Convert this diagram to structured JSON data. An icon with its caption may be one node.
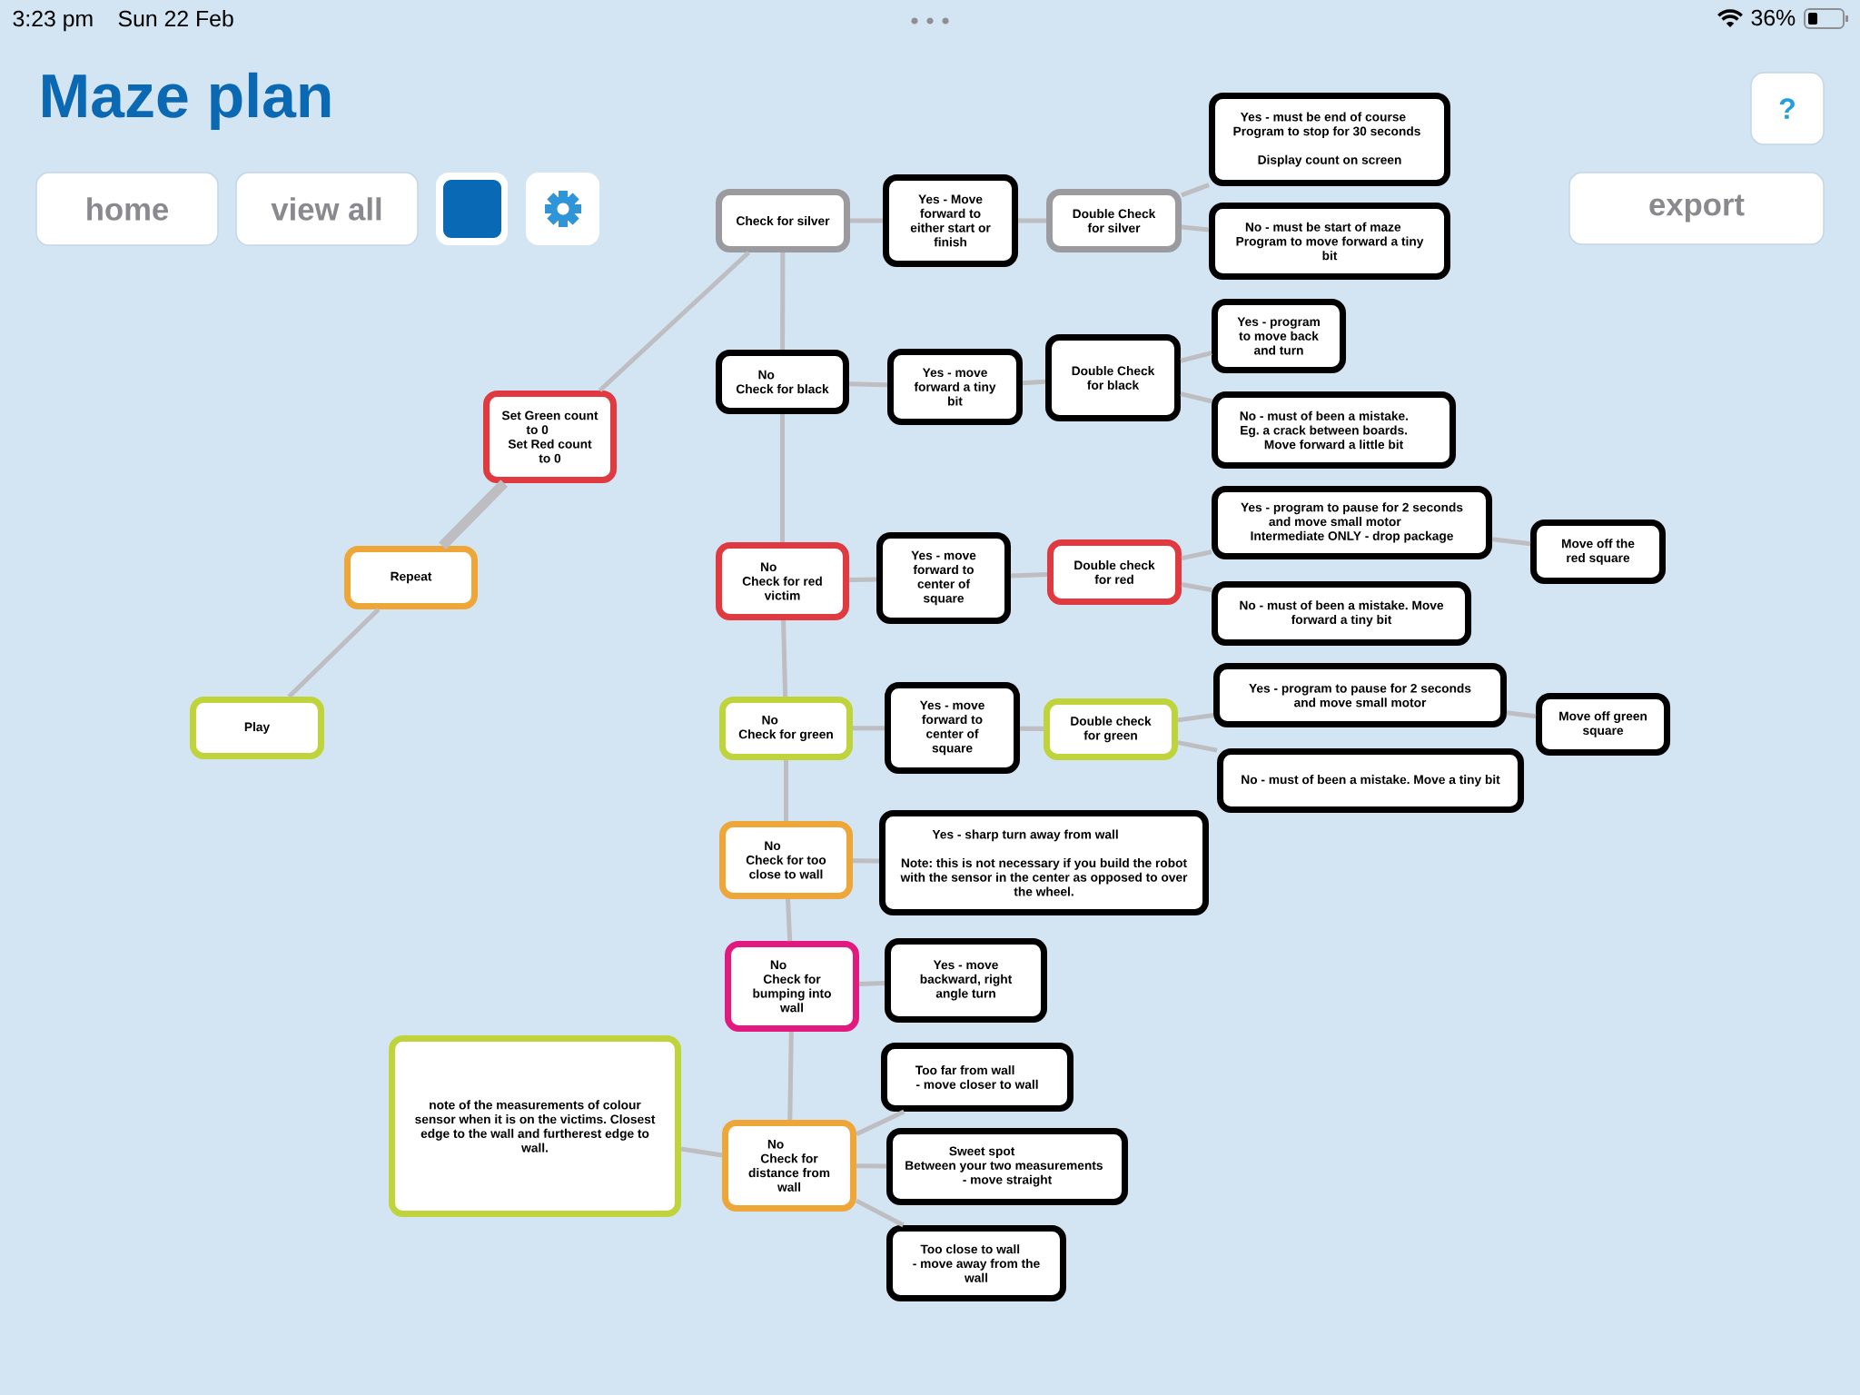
{
  "diagram": {
    "title": "Maze plan",
    "nodes": [
      {
        "text": [
          "Play"
        ]
      },
      {
        "text": [
          "Repeat"
        ]
      },
      {
        "text": [
          "Set Green count to 0",
          "Set Red count to 0"
        ]
      },
      {
        "text": [
          "Check for silver"
        ]
      },
      {
        "text": [
          "Yes - Move forward to either start or finish"
        ]
      },
      {
        "text": [
          "Double Check for silver"
        ]
      },
      {
        "text": [
          "Yes - must be end of course",
          "Program to stop for 30 seconds",
          "Display count on screen"
        ]
      },
      {
        "text": [
          "No - must be start of maze",
          "Program to move forward a tiny bit"
        ]
      },
      {
        "text": [
          "No",
          "Check for black"
        ]
      },
      {
        "text": [
          "Yes - move forward a tiny bit"
        ]
      },
      {
        "text": [
          "Double Check for black"
        ]
      },
      {
        "text": [
          "Yes - program to move back and turn"
        ]
      },
      {
        "text": [
          "No - must of been a mistake.",
          "Eg. a crack between boards.",
          "Move forward a little bit"
        ]
      },
      {
        "text": [
          "No",
          "Check for red victim"
        ]
      },
      {
        "text": [
          "Yes - move forward to center of square"
        ]
      },
      {
        "text": [
          "Double check for red"
        ]
      },
      {
        "text": [
          "Yes - program to pause for 2 seconds and move small motor",
          "Intermediate ONLY - drop package"
        ]
      },
      {
        "text": [
          "Move off the red square"
        ]
      },
      {
        "text": [
          "No - must of been a mistake. Move forward a tiny bit"
        ]
      },
      {
        "text": [
          "No",
          "Check for green"
        ]
      },
      {
        "text": [
          "Yes - move forward to center of square"
        ]
      },
      {
        "text": [
          "Double check for green"
        ]
      },
      {
        "text": [
          "Yes - program to pause for 2 seconds and move small motor"
        ]
      },
      {
        "text": [
          "Move off green square"
        ]
      },
      {
        "text": [
          "No - must of been a mistake. Move a tiny bit"
        ]
      },
      {
        "text": [
          "No",
          "Check for too close to wall"
        ]
      },
      {
        "text": [
          "Yes - sharp turn away from wall",
          "Note: this is not necessary if you build the robot with the sensor in the center as opposed to over the wheel."
        ]
      },
      {
        "text": [
          "No",
          "Check for bumping into wall"
        ]
      },
      {
        "text": [
          "Yes - move backward, right angle turn"
        ]
      },
      {
        "text": [
          "note of the measurements of colour sensor when it is on the victims. Closest edge to the wall and furtherest edge to wall."
        ]
      },
      {
        "text": [
          "No",
          "Check for distance from wall"
        ]
      },
      {
        "text": [
          "Too far from wall",
          "- move closer to wall"
        ]
      },
      {
        "text": [
          "Sweet spot",
          "Between your two measurements",
          "- move straight"
        ]
      },
      {
        "text": [
          "Too close to wall",
          "- move away from the wall"
        ]
      }
    ],
    "edges": [
      {
        "from": 0,
        "to": 1,
        "arrow": "none"
      },
      {
        "from": 1,
        "to": 2,
        "arrow": "none",
        "style": "thick"
      },
      {
        "from": 2,
        "to": 3,
        "arrow": "none"
      },
      {
        "from": 3,
        "to": 4,
        "arrow": "none"
      },
      {
        "from": 4,
        "to": 5,
        "arrow": "none"
      },
      {
        "from": 5,
        "to": 6,
        "arrow": "none"
      },
      {
        "from": 5,
        "to": 7,
        "arrow": "none"
      },
      {
        "from": 3,
        "to": 8,
        "arrow": "none"
      },
      {
        "from": 8,
        "to": 9,
        "arrow": "none"
      },
      {
        "from": 9,
        "to": 10,
        "arrow": "none"
      },
      {
        "from": 10,
        "to": 11,
        "arrow": "none"
      },
      {
        "from": 10,
        "to": 12,
        "arrow": "none"
      },
      {
        "from": 8,
        "to": 13,
        "arrow": "none"
      },
      {
        "from": 13,
        "to": 14,
        "arrow": "none"
      },
      {
        "from": 14,
        "to": 15,
        "arrow": "none"
      },
      {
        "from": 15,
        "to": 16,
        "arrow": "none"
      },
      {
        "from": 16,
        "to": 17,
        "arrow": "none"
      },
      {
        "from": 15,
        "to": 18,
        "arrow": "none"
      },
      {
        "from": 13,
        "to": 19,
        "arrow": "none"
      },
      {
        "from": 19,
        "to": 20,
        "arrow": "none"
      },
      {
        "from": 20,
        "to": 21,
        "arrow": "none"
      },
      {
        "from": 21,
        "to": 22,
        "arrow": "none"
      },
      {
        "from": 22,
        "to": 23,
        "arrow": "none"
      },
      {
        "from": 21,
        "to": 24,
        "arrow": "none"
      },
      {
        "from": 19,
        "to": 25,
        "arrow": "none"
      },
      {
        "from": 25,
        "to": 26,
        "arrow": "none"
      },
      {
        "from": 25,
        "to": 27,
        "arrow": "none"
      },
      {
        "from": 27,
        "to": 28,
        "arrow": "none"
      },
      {
        "from": 27,
        "to": 30,
        "arrow": "none"
      },
      {
        "from": 30,
        "to": 29,
        "arrow": "none"
      },
      {
        "from": 30,
        "to": 31,
        "arrow": "none"
      },
      {
        "from": 30,
        "to": 32,
        "arrow": "none"
      },
      {
        "from": 30,
        "to": 33,
        "arrow": "none"
      }
    ],
    "labels": [
      "3:23 pm",
      "Sun 22 Feb",
      "36%",
      "?",
      "home",
      "view all",
      "export"
    ]
  }
}
